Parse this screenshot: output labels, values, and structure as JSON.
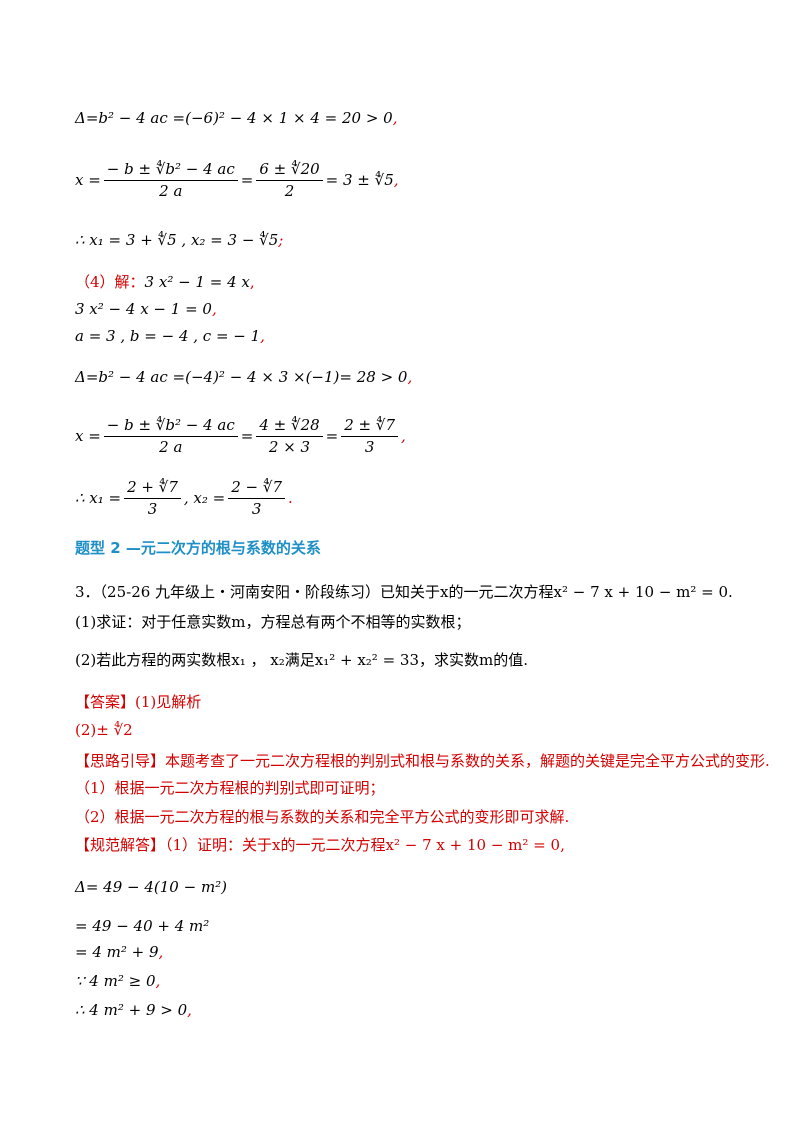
{
  "lines": {
    "l1": "Δ=b² − 4 ac =(−6)² − 4 × 1 × 4 = 20 > 0",
    "l2_lhs": "x =",
    "l2_f1_num": "− b ± ∜b² − 4 ac",
    "l2_f1_den": "2 a",
    "l2_eq1": "=",
    "l2_f2_num": "6 ± ∜20",
    "l2_f2_den": "2",
    "l2_rest": "= 3 ± ∜5",
    "l3": "∴ x₁ = 3 + ∜5 , x₂ = 3 − ∜5",
    "l3_end": ";",
    "l4_label": "（4）解：",
    "l4_eq": "3 x² − 1 = 4 x",
    "l5": "3 x² − 4 x − 1 = 0",
    "l6": "a = 3 , b = − 4 , c = − 1",
    "l7": "Δ=b² − 4 ac =(−4)² − 4 × 3 ×(−1)= 28 > 0",
    "l8_lhs": "x =",
    "l8_f1_num": "− b ± ∜b² − 4 ac",
    "l8_f1_den": "2 a",
    "l8_eq1": "=",
    "l8_f2_num": "4 ± ∜28",
    "l8_f2_den": "2 × 3",
    "l8_eq2": "=",
    "l8_f3_num": "2 ± ∜7",
    "l8_f3_den": "3",
    "l8_end": ",",
    "l9_lhs": "∴ x₁ =",
    "l9_f1_num": "2 + ∜7",
    "l9_f1_den": "3",
    "l9_mid": ", x₂ =",
    "l9_f2_num": "2 − ∜7",
    "l9_f2_den": "3",
    "l9_end": "."
  },
  "section_title": "题型 2 —元二次方的根与系数的关系",
  "problem": {
    "intro": "3．（25-26 九年级上・河南安阳・阶段练习）已知关于x的一元二次方程x² − 7 x + 10 − m² = 0.",
    "part1": "(1)求证：对于任意实数m，方程总有两个不相等的实数根；",
    "part2": "(2)若此方程的两实数根x₁ ， x₂满足x₁² + x₂² = 33，求实数m的值."
  },
  "answer": {
    "label": "【答案】",
    "p1": "(1)见解析",
    "p2": "(2)± ∜2"
  },
  "hint": {
    "label": "【思路引导】",
    "text": "本题考查了一元二次方程根的判别式和根与系数的关系，解题的关键是完全平方公式的变形.",
    "s1": "（1）根据一元二次方程根的判别式即可证明；",
    "s2": "（2）根据一元二次方程的根与系数的关系和完全平方公式的变形即可求解."
  },
  "solution": {
    "label": "【规范解答】",
    "s1": "（1）证明：关于x的一元二次方程x² − 7 x + 10 − m² = 0",
    "s1_end": ",",
    "d1": "Δ= 49 − 4(10 − m²)",
    "d2": "= 49 − 40 + 4 m²",
    "d3": "= 4 m² + 9",
    "d4": "∵ 4 m² ≥ 0",
    "d5": "∴ 4 m² + 9 > 0"
  },
  "punct": {
    "comma": ","
  }
}
